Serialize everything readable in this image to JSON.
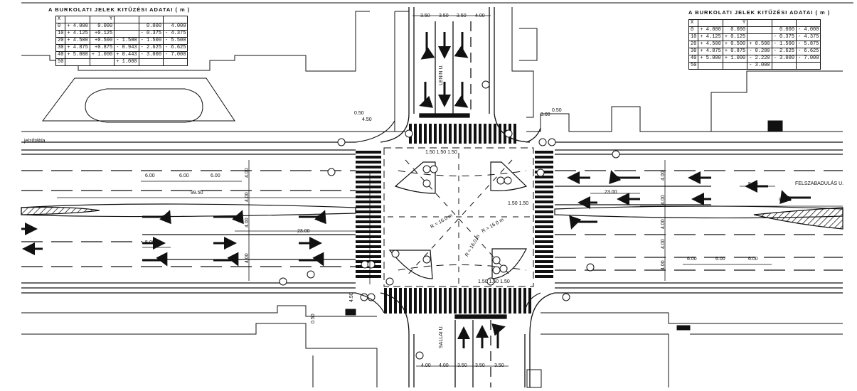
{
  "left_table": {
    "title": "A BURKOLATI JELEK KITŰZÉSI ADATAI ( m )",
    "header": [
      "X",
      "",
      "Y",
      "",
      ""
    ],
    "rows": [
      [
        "0",
        "+ 4.000",
        "0.000",
        "",
        "0.000",
        "4.000"
      ],
      [
        "10",
        "+ 4.125",
        "+0.125",
        "",
        "- 0.375",
        "- 4.375"
      ],
      [
        "20",
        "+ 4.500",
        "+0.500",
        "- 1.500",
        "- 1.500",
        "- 5.500"
      ],
      [
        "30",
        "+ 4.875",
        "+0.875",
        "- 0.943",
        "- 2.625",
        "- 6.625"
      ],
      [
        "40",
        "+ 5.000",
        "+ 1.000",
        "+ 0.443",
        "- 3.000",
        "- 7.000"
      ],
      [
        "50",
        "",
        "",
        "+ 1.000",
        "",
        ""
      ]
    ]
  },
  "right_table": {
    "title": "A BURKOLATI JELEK KITŰZÉSI ADATAI ( m )",
    "header": [
      "X",
      "",
      "Y",
      "",
      ""
    ],
    "rows": [
      [
        "0",
        "+ 4.000",
        "0.000",
        "",
        "0.000",
        "- 4.000"
      ],
      [
        "10",
        "+ 4.125",
        "+ 0.125",
        "",
        "- 0.375",
        "- 4.375"
      ],
      [
        "20",
        "+ 4.500",
        "+ 0.500",
        "+ 0.500",
        "- 1.500",
        "- 5.875"
      ],
      [
        "30",
        "+ 4.875",
        "+ 0.875",
        "- 0.280",
        "- 2.625",
        "- 6.625"
      ],
      [
        "40",
        "+ 5.000",
        "+ 1.000",
        "- 2.220",
        "- 3.000",
        "- 7.000"
      ],
      [
        "50",
        "",
        "",
        "- 3.000",
        "",
        ""
      ]
    ]
  },
  "street_labels": {
    "north": "LENIN U.",
    "south": "SALLAI U.",
    "east": "FELSZABADULÁS U.",
    "signal_bridge": "jelzőtábla"
  },
  "dimensions": {
    "north_lanes": [
      "3.50",
      "3.50",
      "3.50",
      "4.00"
    ],
    "south_lanes": [
      "4.00",
      "4.00",
      "3.50",
      "3.50",
      "3.50"
    ],
    "west_dashes": [
      "6.00",
      "6.00",
      "6.00"
    ],
    "east_dashes": [
      "6.00",
      "6.00",
      "6.00"
    ],
    "west_length": "99.50",
    "east_length": "97.50",
    "west_lane_length": "23.00",
    "east_lane_length": "23.00",
    "west_dash": "5.00",
    "east_dash": "5.00",
    "lane_width": "4.00",
    "island_top": "1.50 1.50 1.50",
    "island_bottom": "1.50 1.50 1.50",
    "curb_nw": "0.50",
    "curb_nw2": "4.50",
    "curb_ne": "3.00",
    "curb_ne2": "0.50",
    "curb_sw": "4.50",
    "curb_sw2": "0.50",
    "radius_1": "R = 16.0 m",
    "radius_2": "R = 16.0 m",
    "radius_3": "R = 16.0 m",
    "island_small": "1.50 1.50"
  }
}
